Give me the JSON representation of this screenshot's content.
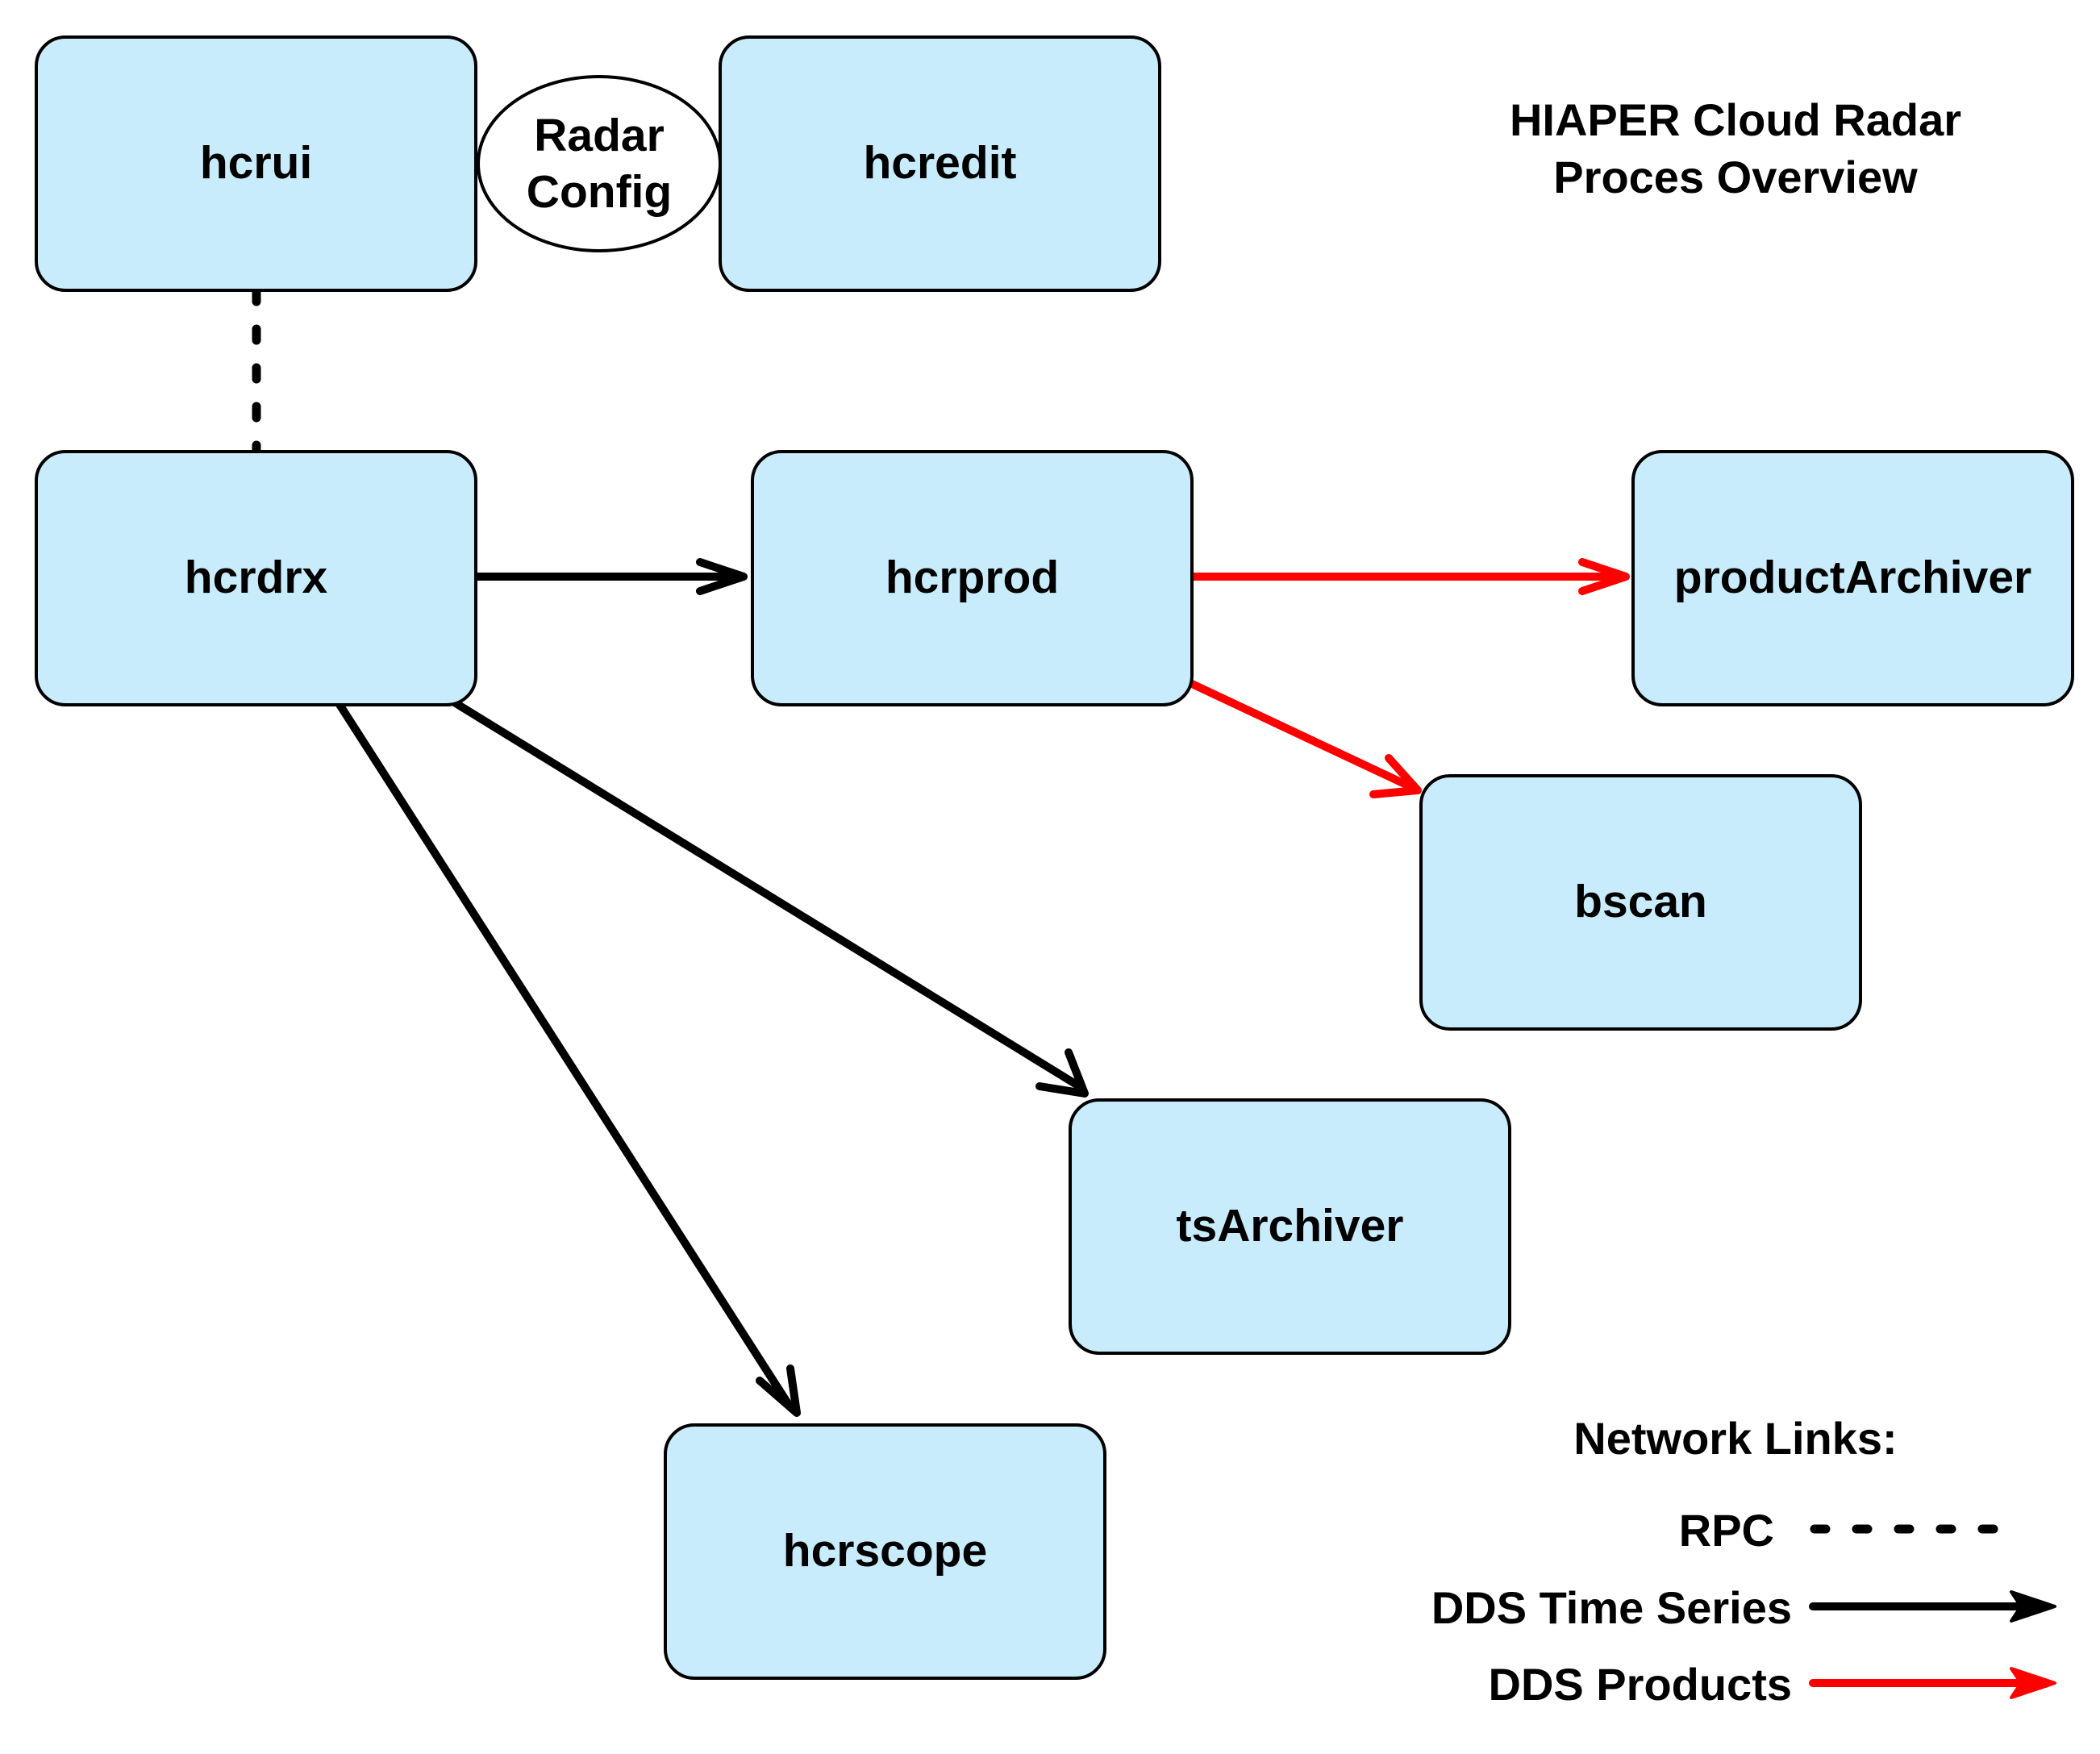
{
  "diagram": {
    "title": {
      "line1": "HIAPER Cloud Radar",
      "line2": "Proces Overview"
    },
    "nodes": {
      "hcrui": "hcrui",
      "hcredit": "hcredit",
      "hcrdrx": "hcrdrx",
      "hcrprod": "hcrprod",
      "productArchiver": "productArchiver",
      "bscan": "bscan",
      "tsArchiver": "tsArchiver",
      "hcrscope": "hcrscope"
    },
    "radar_config": {
      "line1": "Radar",
      "line2": "Config"
    },
    "edges": [
      {
        "from": "hcrui",
        "to": "hcrdrx",
        "type": "rpc"
      },
      {
        "from": "hcrdrx",
        "to": "hcrprod",
        "type": "dds_time_series"
      },
      {
        "from": "hcrdrx",
        "to": "tsArchiver",
        "type": "dds_time_series"
      },
      {
        "from": "hcrdrx",
        "to": "hcrscope",
        "type": "dds_time_series"
      },
      {
        "from": "hcrprod",
        "to": "productArchiver",
        "type": "dds_products"
      },
      {
        "from": "hcrprod",
        "to": "bscan",
        "type": "dds_products"
      }
    ],
    "legend": {
      "title": "Network Links:",
      "rpc": "RPC",
      "dds_time_series": "DDS Time Series",
      "dds_products": "DDS Products"
    },
    "colors": {
      "box_fill": "#c8ecfb",
      "box_stroke": "#000000",
      "time_series": "#000000",
      "products": "#ff0000"
    }
  }
}
